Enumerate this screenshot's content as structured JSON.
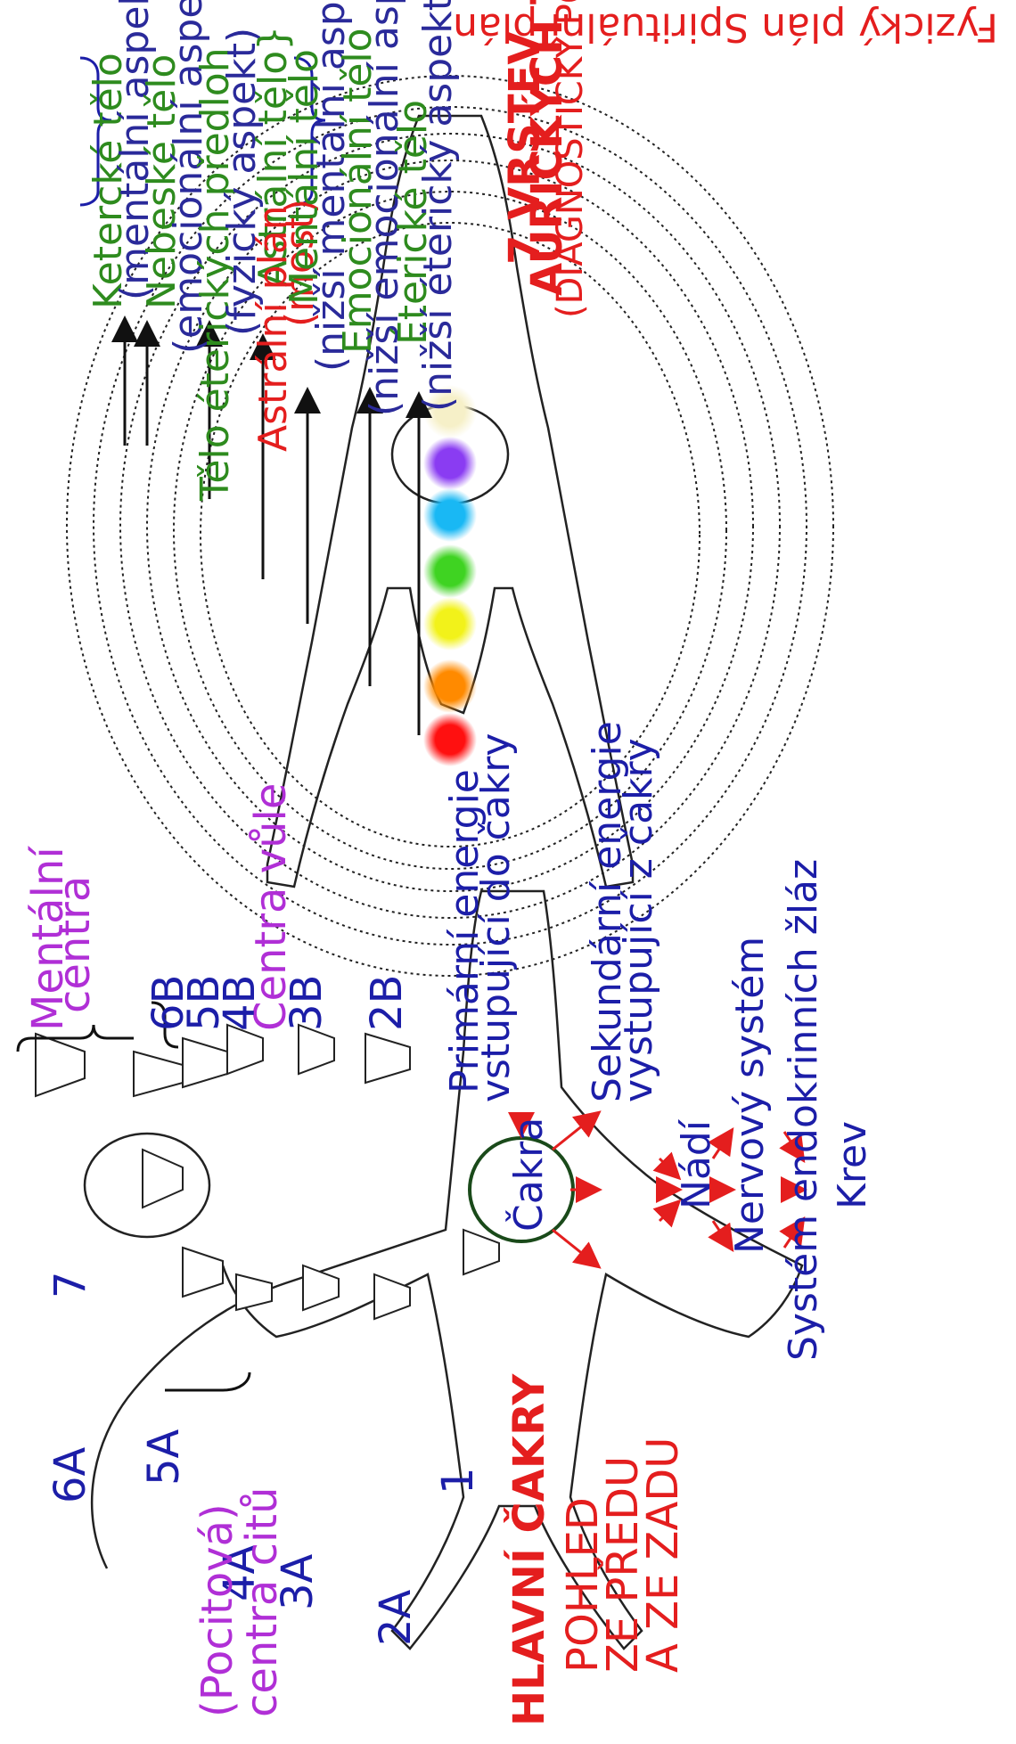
{
  "aura": {
    "planes": {
      "spiritual": "Spirituální plán",
      "physical": "Fyzický plán",
      "astral": "Astrální plán",
      "astral_bridge": "(most)"
    },
    "layers": [
      {
        "name": "Ketercké tělo",
        "aspect": "(mentální aspekt)"
      },
      {
        "name": "Nebeské tělo",
        "aspect": "(emocionální aspekt)"
      },
      {
        "name": "Tělo éterických předloh",
        "aspect": "(fyzický aspekt)"
      },
      {
        "name": "Astrální tělo}",
        "aspect": ""
      },
      {
        "name": "Mentální tělo",
        "aspect": "(nižší mentální aspekt)"
      },
      {
        "name": "Emocionální tělo",
        "aspect": "(nižší emocionální aspekt)"
      },
      {
        "name": "Éterické tělo",
        "aspect": "(nižší éterický aspekt)"
      }
    ],
    "title_line1": "7 VRSTEV",
    "title_line2": "AURICKÝCH TĚL",
    "title_line3": "(DIAGNOSTICKÝ POHLED)",
    "chakra_colors": [
      "#f6f0c8",
      "#8a3cf2",
      "#19b8f4",
      "#3fd322",
      "#f2f21a",
      "#ff8a00",
      "#ff1010"
    ]
  },
  "chakras": {
    "mental_centers": "Mentální",
    "mental_centers2": "centra",
    "will_centers": "Centra vůle",
    "feeling_centers1": "(Pocitová)",
    "feeling_centers2": "centra citů",
    "labels_back": [
      "6B",
      "5B",
      "4B",
      "3B",
      "2B"
    ],
    "labels_front": [
      "6A",
      "5A",
      "4A",
      "3A",
      "2A"
    ],
    "label_crown": "7",
    "label_root": "1",
    "title_line1": "HLAVNÍ ČAKRY",
    "title_line2": "POHLED",
    "title_line3": "ZE PŘEDU",
    "title_line4": "A ZE ZADU"
  },
  "flow": {
    "primary1": "Primární energie",
    "primary2": "vstupující do čakry",
    "chakra": "Čakra",
    "secondary1": "Sekundární energie",
    "secondary2": "vystupující z čakry",
    "nadi": "Nádí",
    "nervous": "Nervový systém",
    "endocrine": "Systém endokrinních žláz",
    "blood": "Krev"
  }
}
